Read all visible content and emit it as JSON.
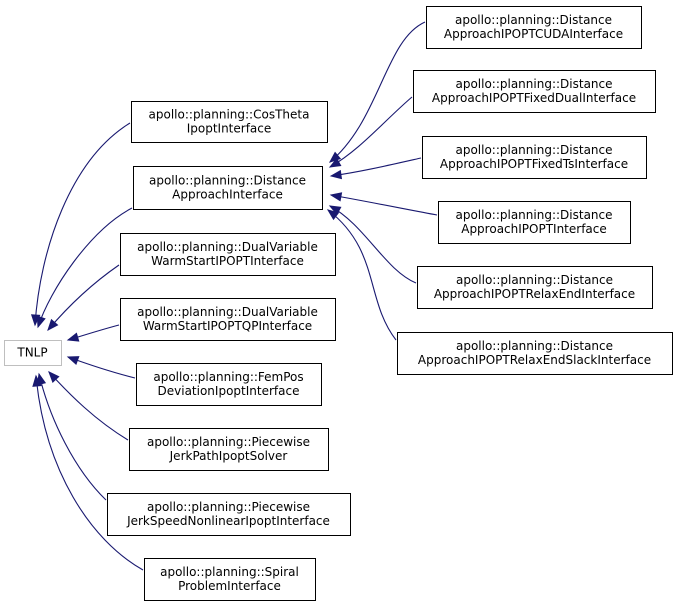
{
  "diagram": {
    "nodes": [
      {
        "id": "tnlp",
        "lines": [
          "TNLP"
        ]
      },
      {
        "id": "costheta",
        "lines": [
          "apollo::planning::CosTheta",
          "IpoptInterface"
        ]
      },
      {
        "id": "distance",
        "lines": [
          "apollo::planning::Distance",
          "ApproachInterface"
        ]
      },
      {
        "id": "dualvar",
        "lines": [
          "apollo::planning::DualVariable",
          "WarmStartIPOPTInterface"
        ]
      },
      {
        "id": "dualvarqp",
        "lines": [
          "apollo::planning::DualVariable",
          "WarmStartIPOPTQPInterface"
        ]
      },
      {
        "id": "fempos",
        "lines": [
          "apollo::planning::FemPos",
          "DeviationIpoptInterface"
        ]
      },
      {
        "id": "piecewisepath",
        "lines": [
          "apollo::planning::Piecewise",
          "JerkPathIpoptSolver"
        ]
      },
      {
        "id": "piecewisespeed",
        "lines": [
          "apollo::planning::Piecewise",
          "JerkSpeedNonlinearIpoptInterface"
        ]
      },
      {
        "id": "spiral",
        "lines": [
          "apollo::planning::Spiral",
          "ProblemInterface"
        ]
      },
      {
        "id": "cuda",
        "lines": [
          "apollo::planning::Distance",
          "ApproachIPOPTCUDAInterface"
        ]
      },
      {
        "id": "fixeddual",
        "lines": [
          "apollo::planning::Distance",
          "ApproachIPOPTFixedDualInterface"
        ]
      },
      {
        "id": "fixedts",
        "lines": [
          "apollo::planning::Distance",
          "ApproachIPOPTFixedTsInterface"
        ]
      },
      {
        "id": "ipopt",
        "lines": [
          "apollo::planning::Distance",
          "ApproachIPOPTInterface"
        ]
      },
      {
        "id": "relaxend",
        "lines": [
          "apollo::planning::Distance",
          "ApproachIPOPTRelaxEndInterface"
        ]
      },
      {
        "id": "relaxendslack",
        "lines": [
          "apollo::planning::Distance",
          "ApproachIPOPTRelaxEndSlackInterface"
        ]
      }
    ],
    "edges": [
      {
        "from": "costheta",
        "to": "tnlp"
      },
      {
        "from": "distance",
        "to": "tnlp"
      },
      {
        "from": "dualvar",
        "to": "tnlp"
      },
      {
        "from": "dualvarqp",
        "to": "tnlp"
      },
      {
        "from": "fempos",
        "to": "tnlp"
      },
      {
        "from": "piecewisepath",
        "to": "tnlp"
      },
      {
        "from": "piecewisespeed",
        "to": "tnlp"
      },
      {
        "from": "spiral",
        "to": "tnlp"
      },
      {
        "from": "cuda",
        "to": "distance"
      },
      {
        "from": "fixeddual",
        "to": "distance"
      },
      {
        "from": "fixedts",
        "to": "distance"
      },
      {
        "from": "ipopt",
        "to": "distance"
      },
      {
        "from": "relaxend",
        "to": "distance"
      },
      {
        "from": "relaxendslack",
        "to": "distance"
      }
    ],
    "colors": {
      "edge": "#191970",
      "root_border": "#bfbfbf",
      "node_border": "#000000"
    }
  }
}
